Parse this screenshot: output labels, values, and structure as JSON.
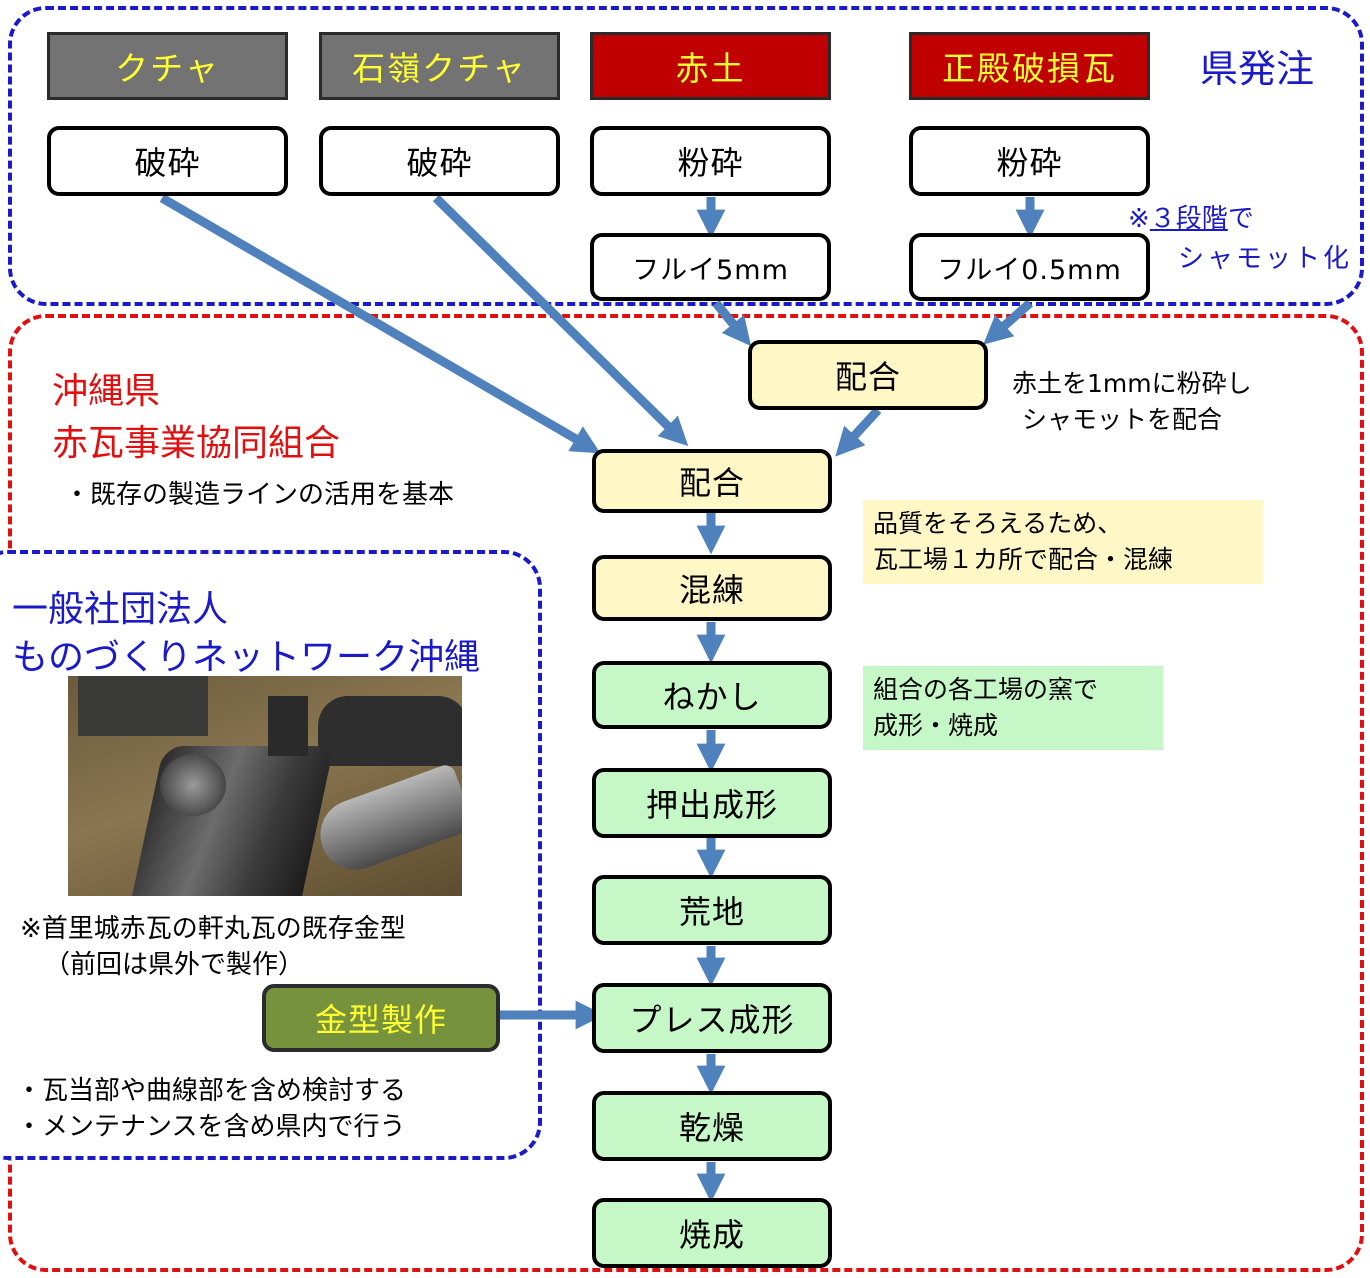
{
  "prefecture_section": {
    "label": "県発注",
    "headers": [
      "クチャ",
      "石嶺クチャ",
      "赤土",
      "正殿破損瓦"
    ],
    "steps_row1": [
      "破砕",
      "破砕",
      "粉砕",
      "粉砕"
    ],
    "sieve_5mm": "フルイ5mm",
    "sieve_05mm": "フルイ0.5mm",
    "chamotte_note_line1_prefix": "※",
    "chamotte_note_line1_link": "３段階",
    "chamotte_note_line1_suffix": "で",
    "chamotte_note_line2": "シャモット化"
  },
  "union_section": {
    "title_line1": "沖縄県",
    "title_line2": "赤瓦事業協同組合",
    "bullet": "・既存の製造ラインの活用を基本",
    "blend_top": "配合",
    "blend_top_note_line1": "赤土を1mmに粉砕し",
    "blend_top_note_line2": "シャモットを配合",
    "flow": [
      "配合",
      "混練",
      "ねかし",
      "押出成形",
      "荒地",
      "プレス成形",
      "乾燥",
      "焼成"
    ],
    "quality_note_line1": "品質をそろえるため、",
    "quality_note_line2": "瓦工場１カ所で配合・混練",
    "kiln_note_line1": "組合の各工場の窯で",
    "kiln_note_line2": "成形・焼成"
  },
  "monodukuri_section": {
    "title_line1": "一般社団法人",
    "title_line2": "ものづくりネットワーク沖縄",
    "photo_caption_line1": "※首里城赤瓦の軒丸瓦の既存金型",
    "photo_caption_line2": "（前回は県外で製作）",
    "mold_button": "金型製作",
    "bullet1": "・瓦当部や曲線部を含め検討する",
    "bullet2": "・メンテナンスを含め県内で行う"
  },
  "colors": {
    "blue_region": "#1a1ac8",
    "red_region": "#e01010",
    "arrow": "#4f81bd",
    "header_gray": "#737373",
    "header_red": "#c00000",
    "yellow_box": "#fff8c6",
    "green_box": "#c6f7c6",
    "mold_box": "#76923c"
  }
}
